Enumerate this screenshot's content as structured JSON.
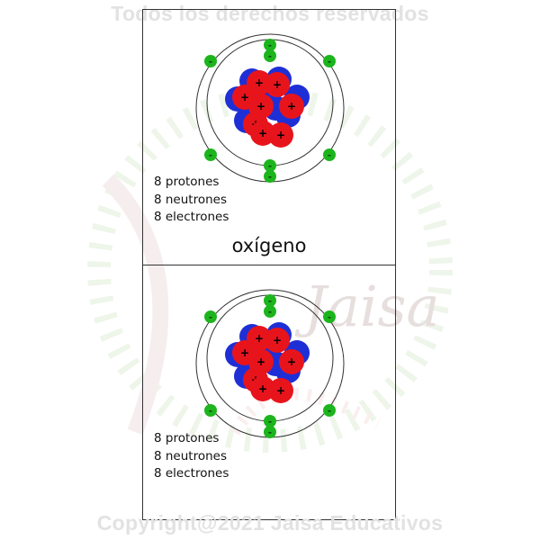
{
  "watermark": {
    "top": "Todos los derechos reservados",
    "bottom": "Copyright@2021 Jaisa Educativos",
    "logo": "Jaisa"
  },
  "colors": {
    "proton": "#e8141c",
    "neutron": "#1f2fd6",
    "electron": "#1db51d",
    "orbit": "#333333"
  },
  "panels": [
    {
      "element": "oxígeno",
      "lines": [
        "8 protones",
        "8 neutrones",
        "8 electrones"
      ],
      "proton_sign": "+",
      "electron_sign": "-"
    },
    {
      "lines": [
        "8 protones",
        "8 neutrones",
        "8 electrones"
      ],
      "proton_sign": "+",
      "electron_sign": "-"
    }
  ]
}
